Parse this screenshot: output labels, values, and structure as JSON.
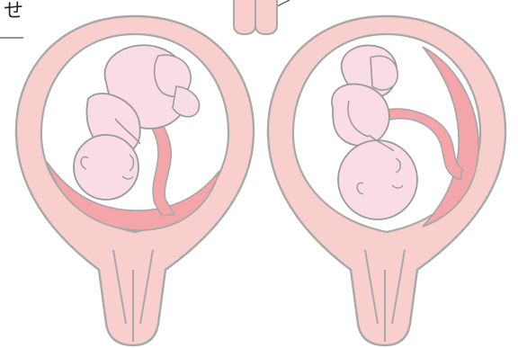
{
  "labels": {
    "corner_text": "せ"
  },
  "colors": {
    "uterus_wall": "#f9cfcd",
    "outline": "#a8a8a8",
    "placenta": "#f3a5a9",
    "fetus": "#f9dce6",
    "fetus_outline": "#9a9a9a",
    "cord": "#f3a5a9",
    "leader_line": "#555555"
  },
  "diagram": {
    "panels": [
      {
        "name": "left-uterus",
        "placenta_position": "bottom-left"
      },
      {
        "name": "right-uterus",
        "placenta_position": "right"
      }
    ]
  }
}
